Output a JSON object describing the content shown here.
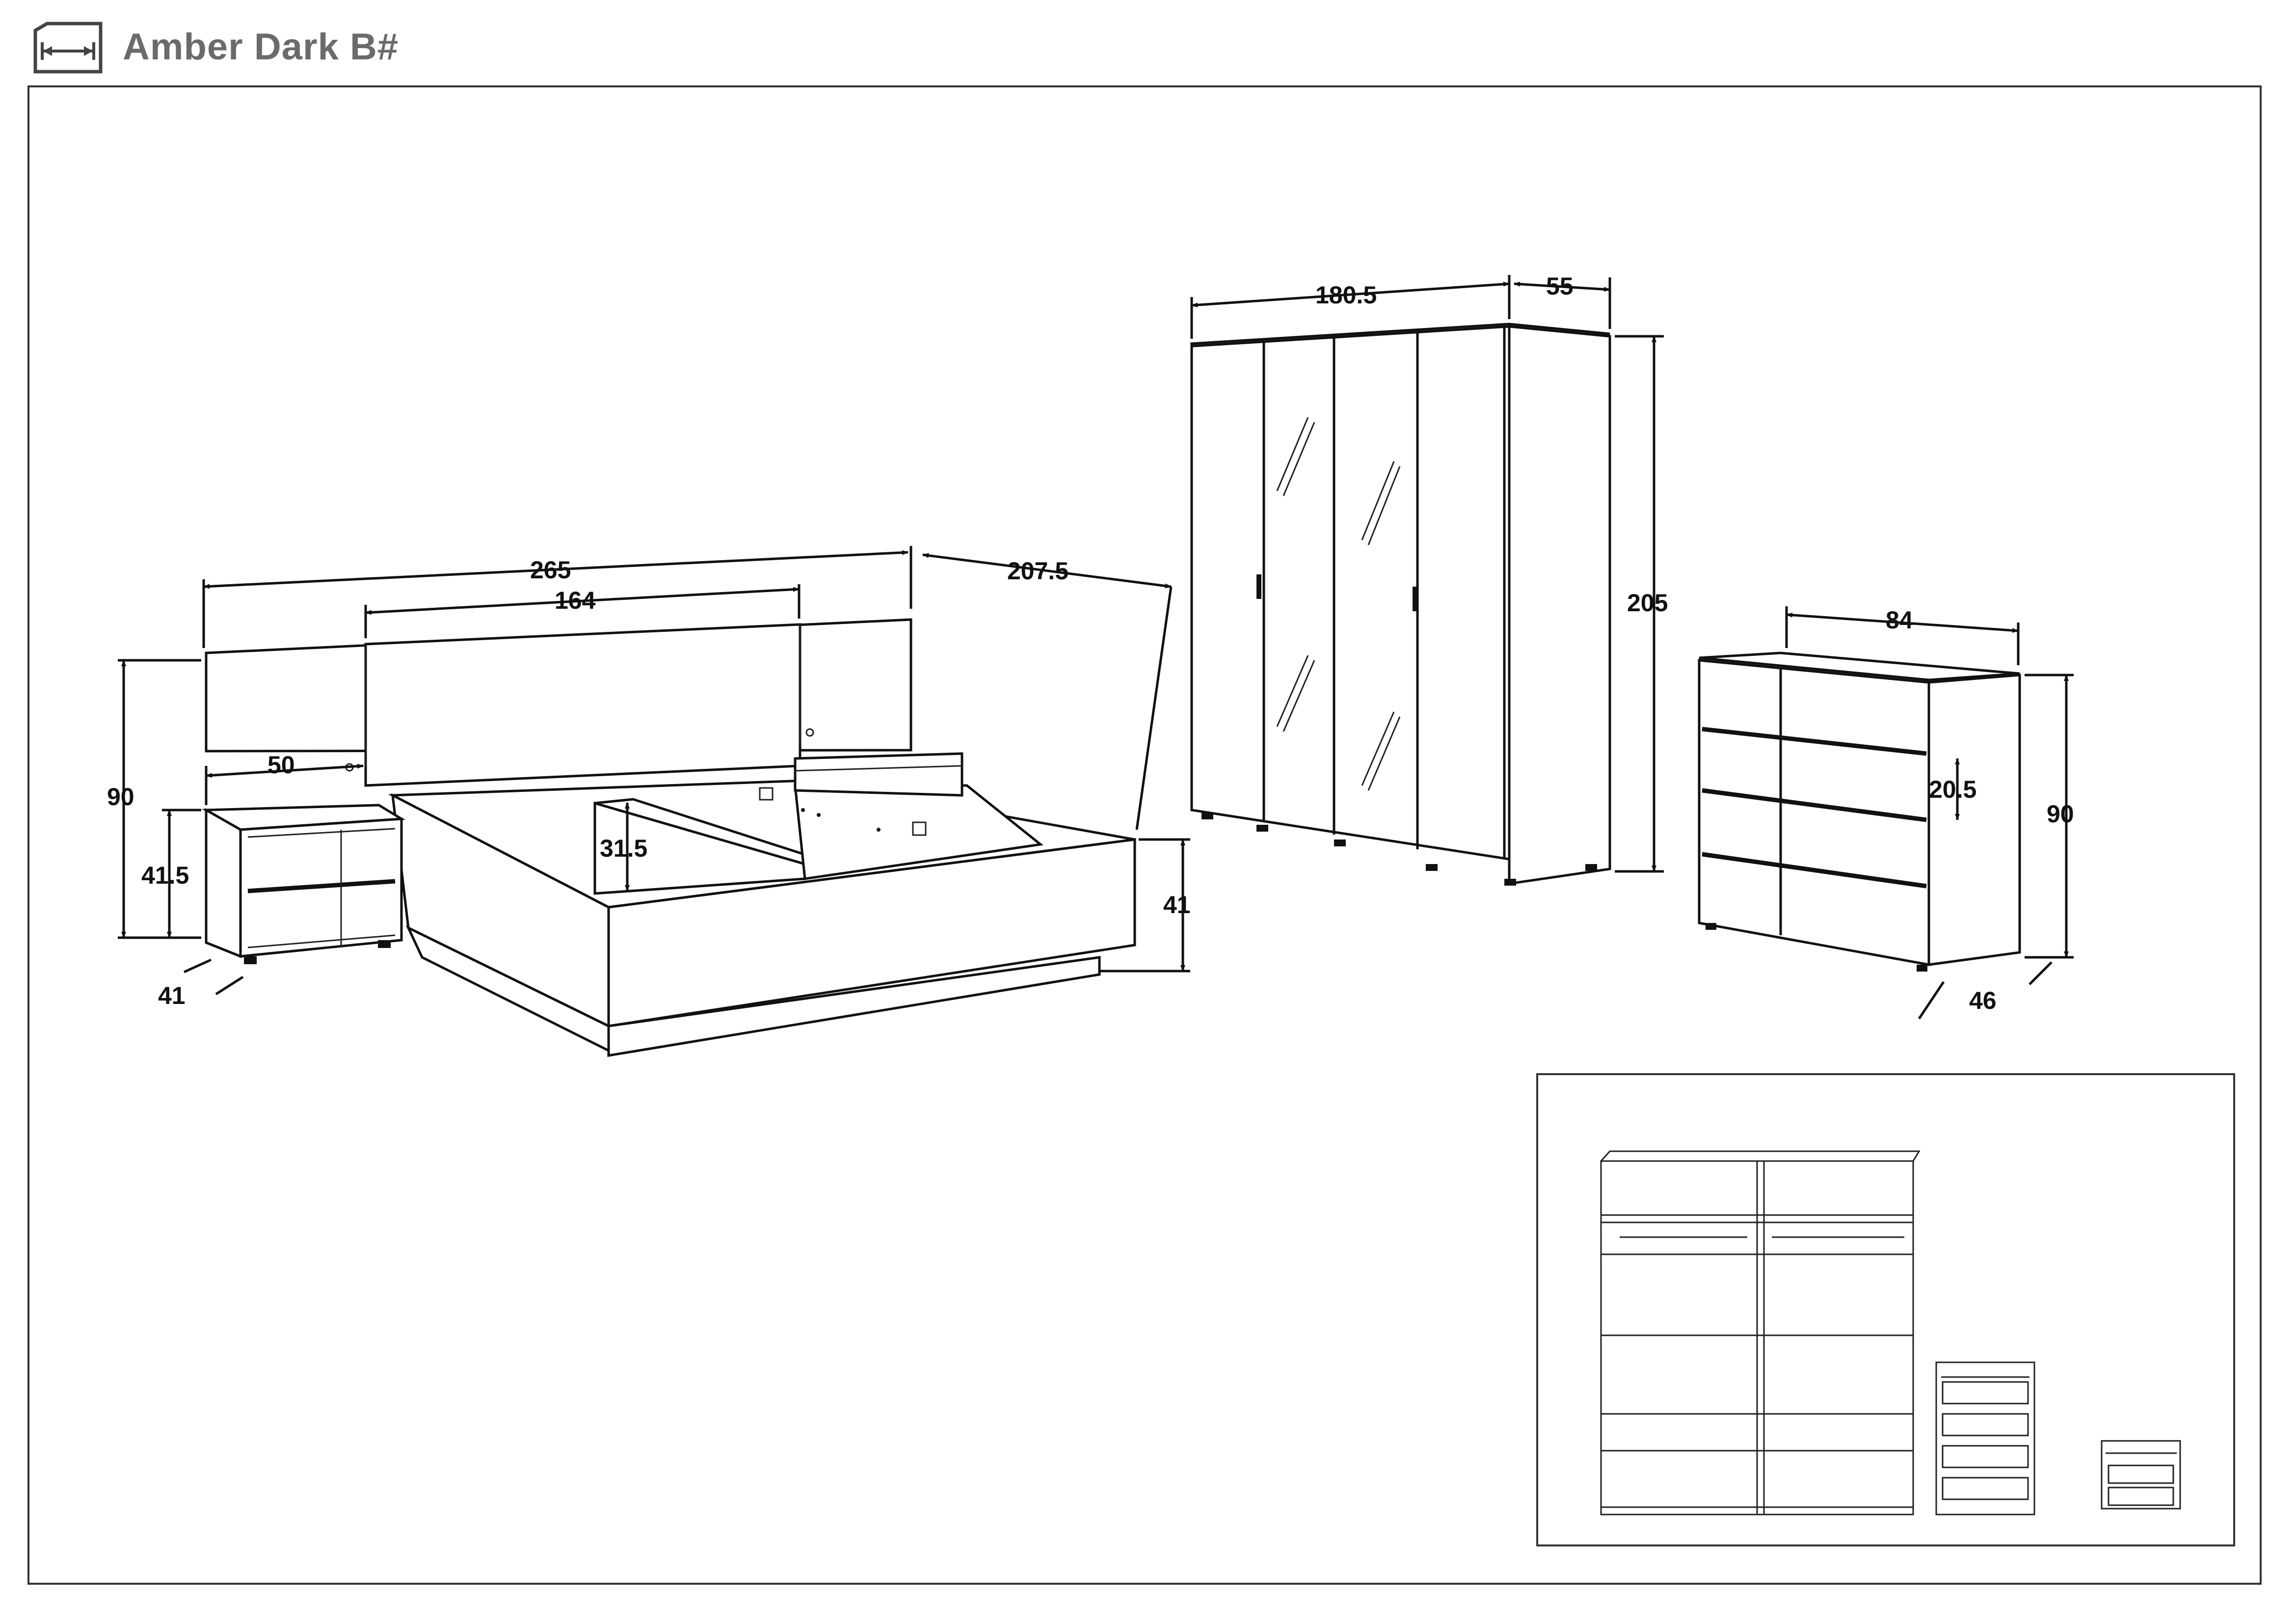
{
  "header": {
    "title": "Amber Dark B#",
    "icon": "dimension-icon"
  },
  "bed": {
    "width_total": "265",
    "width_headboard": "164",
    "length": "207.5",
    "height_headboard": "90",
    "nightstand_width": "50",
    "nightstand_height": "41.5",
    "nightstand_depth": "41",
    "footboard_height": "31.5",
    "bed_height": "41"
  },
  "wardrobe": {
    "width": "180.5",
    "depth": "55",
    "height": "205"
  },
  "dresser": {
    "width": "84",
    "drawer_height": "20.5",
    "height": "90",
    "depth": "46"
  },
  "colors": {
    "line": "#111111",
    "title": "#6b6b6b",
    "frame": "#333333"
  }
}
